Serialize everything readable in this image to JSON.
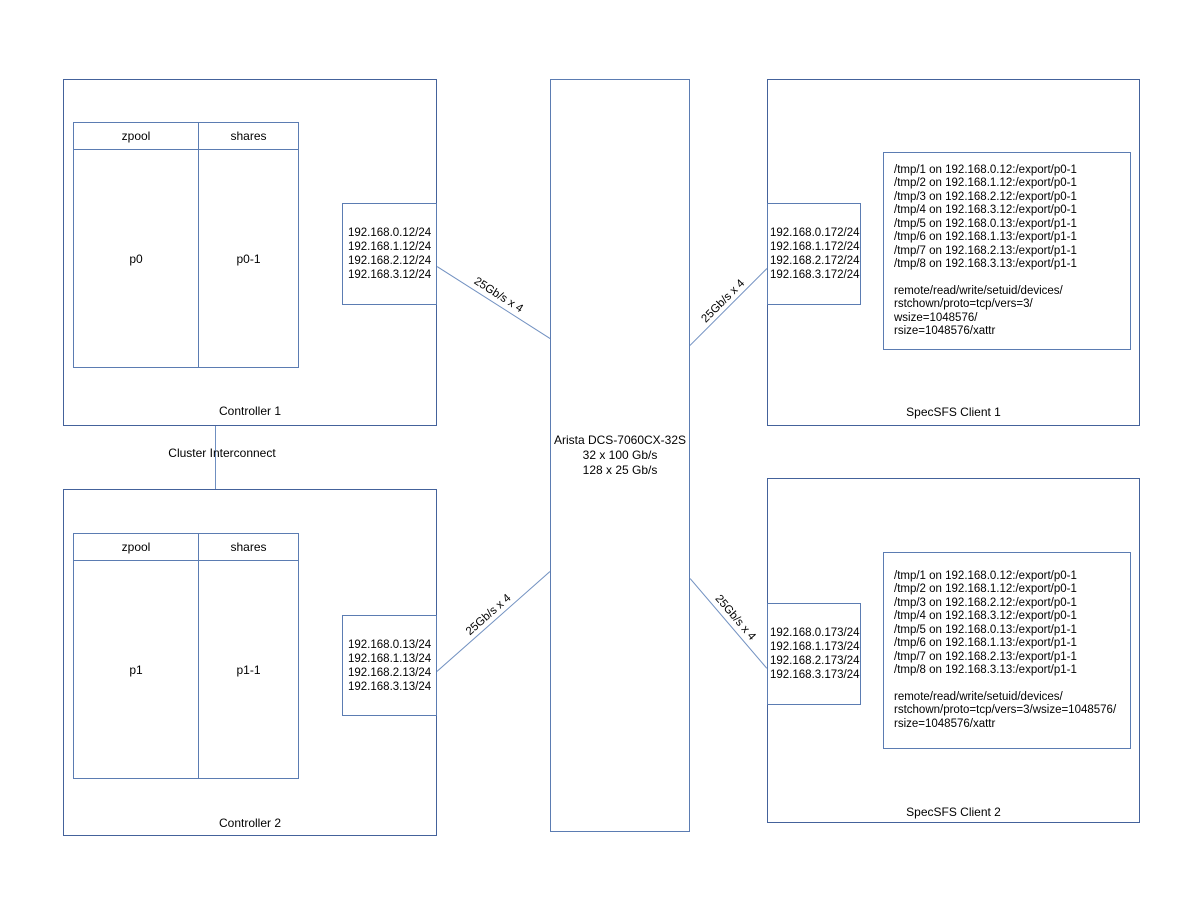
{
  "colors": {
    "outer_border": "#44629b",
    "inner_border": "#5b7cb2",
    "connector": "#6f8fc0",
    "text": "#000000"
  },
  "link_label": "25Gb/s x 4",
  "cluster_label": "Cluster Interconnect",
  "switch": {
    "lines": [
      "Arista DCS-7060CX-32S",
      "32 x 100 Gb/s",
      "128 x 25 Gb/s"
    ]
  },
  "controller1": {
    "title": "Controller 1",
    "table": {
      "col1": "zpool",
      "col2": "shares",
      "val1": "p0",
      "val2": "p0-1"
    },
    "ips": [
      "192.168.0.12/24",
      "192.168.1.12/24",
      "192.168.2.12/24",
      "192.168.3.12/24"
    ]
  },
  "controller2": {
    "title": "Controller 2",
    "table": {
      "col1": "zpool",
      "col2": "shares",
      "val1": "p1",
      "val2": "p1-1"
    },
    "ips": [
      "192.168.0.13/24",
      "192.168.1.13/24",
      "192.168.2.13/24",
      "192.168.3.13/24"
    ]
  },
  "client1": {
    "title": "SpecSFS Client 1",
    "ips": [
      "192.168.0.172/24",
      "192.168.1.172/24",
      "192.168.2.172/24",
      "192.168.3.172/24"
    ],
    "mounts": [
      "/tmp/1 on 192.168.0.12:/export/p0-1",
      "/tmp/2 on 192.168.1.12:/export/p0-1",
      "/tmp/3 on 192.168.2.12:/export/p0-1",
      "/tmp/4 on 192.168.3.12:/export/p0-1",
      "/tmp/5 on 192.168.0.13:/export/p1-1",
      "/tmp/6 on 192.168.1.13:/export/p1-1",
      "/tmp/7 on 192.168.2.13:/export/p1-1",
      "/tmp/8 on 192.168.3.13:/export/p1-1"
    ],
    "options": [
      "remote/read/write/setuid/devices/",
      "rstchown/proto=tcp/vers=3/",
      "wsize=1048576/",
      "rsize=1048576/xattr"
    ]
  },
  "client2": {
    "title": "SpecSFS Client 2",
    "ips": [
      "192.168.0.173/24",
      "192.168.1.173/24",
      "192.168.2.173/24",
      "192.168.3.173/24"
    ],
    "mounts": [
      "/tmp/1 on 192.168.0.12:/export/p0-1",
      "/tmp/2 on 192.168.1.12:/export/p0-1",
      "/tmp/3 on 192.168.2.12:/export/p0-1",
      "/tmp/4 on 192.168.3.12:/export/p0-1",
      "/tmp/5 on 192.168.0.13:/export/p1-1",
      "/tmp/6 on 192.168.1.13:/export/p1-1",
      "/tmp/7 on 192.168.2.13:/export/p1-1",
      "/tmp/8 on 192.168.3.13:/export/p1-1"
    ],
    "options": [
      "remote/read/write/setuid/devices/",
      "rstchown/proto=tcp/vers=3/wsize=1048576/",
      "rsize=1048576/xattr"
    ]
  }
}
